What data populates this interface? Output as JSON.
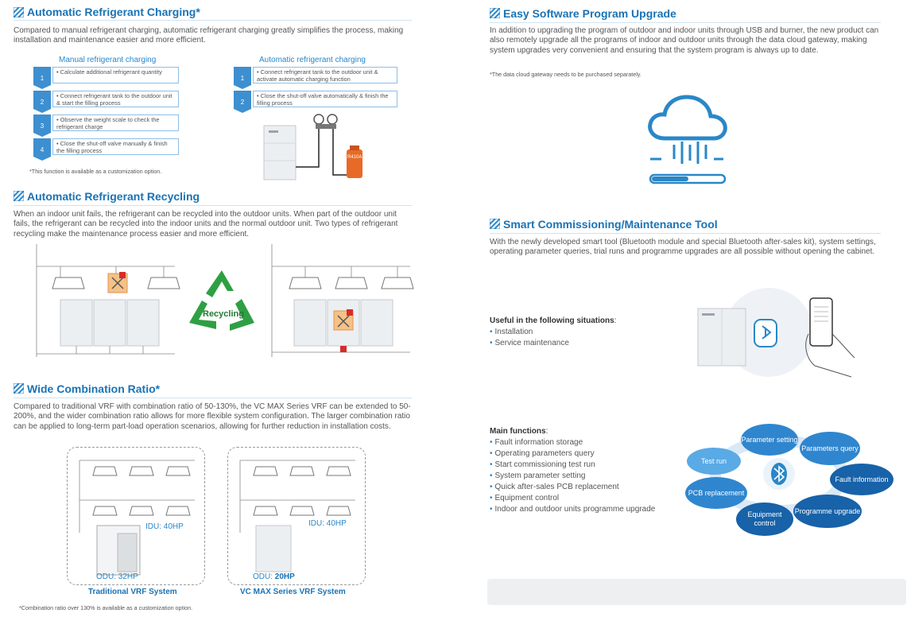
{
  "sections": {
    "charging": {
      "title": "Automatic Refrigerant Charging*",
      "body": "Compared to manual refrigerant charging, automatic refrigerant charging greatly simplifies the process, making installation and maintenance easier and more efficient.",
      "manual_heading": "Manual refrigerant charging",
      "auto_heading": "Automatic refrigerant charging",
      "manual_steps": [
        {
          "num": "1",
          "text": "• Calculate additional refrigerant quantity"
        },
        {
          "num": "2",
          "text": "• Connect refrigerant tank to the outdoor unit & start the filling process"
        },
        {
          "num": "3",
          "text": "• Observe the weight scale to check the refrigerant charge"
        },
        {
          "num": "4",
          "text": "• Close the shut-off valve manually & finish the filling process"
        }
      ],
      "auto_steps": [
        {
          "num": "1",
          "text": "• Connect refrigerant tank to the outdoor unit & activate automatic charging function"
        },
        {
          "num": "2",
          "text": "• Close the shut-off valve automatically & finish the filling process"
        }
      ],
      "tank_label": "R410A",
      "footnote": "*This function is available as a customization option."
    },
    "recycling": {
      "title": "Automatic Refrigerant Recycling",
      "body": "When an indoor unit fails, the refrigerant can be recycled into the outdoor units. When part of the outdoor unit fails, the refrigerant can be recycled into the indoor units and the normal outdoor unit. Two types of refrigerant recycling make the maintenance process easier and more efficient.",
      "badge": "Recycling"
    },
    "combination": {
      "title": "Wide Combination Ratio*",
      "body": "Compared to traditional VRF with combination ratio of 50-130%, the VC MAX Series VRF can be extended to 50-200%, and the wider combination ratio allows for more flexible system configuration. The larger combination ratio can be applied to long-term part-load operation scenarios, allowing for further reduction in installation costs.",
      "left_idu": "IDU: 40HP",
      "left_odu": "ODU: 32HP",
      "left_name": "Traditional VRF System",
      "right_idu": "IDU: 40HP",
      "right_odu_prefix": "ODU: ",
      "right_odu_value": "20HP",
      "right_name": "VC MAX Series VRF System",
      "footnote": "*Combination ratio over 130% is available as a customization option."
    },
    "upgrade": {
      "title": "Easy Software Program Upgrade",
      "body": "In addition to upgrading the program of outdoor and indoor units through USB and burner, the new product can also remotely upgrade all the programs of indoor and outdoor units through the data cloud gateway, making system upgrades very convenient and ensuring that the system program is always up to date.",
      "footnote": "*The data cloud gateway needs to be purchased separately."
    },
    "tool": {
      "title": "Smart Commissioning/Maintenance Tool",
      "body": "With the newly developed smart tool (Bluetooth module and special Bluetooth after-sales kit), system settings, operating parameter queries, trial runs and programme upgrades are all possible without opening the cabinet.",
      "useful_heading": "Useful in the following situations",
      "useful_colon": ":",
      "useful_items": [
        "Installation",
        "Service maintenance"
      ],
      "main_heading": "Main functions",
      "main_colon": ":",
      "main_items": [
        "Fault information storage",
        "Operating parameters query",
        "Start commissioning test run",
        "System parameter setting",
        "Quick after-sales PCB replacement",
        "Equipment control",
        "Indoor and outdoor units programme upgrade"
      ],
      "bubbles": {
        "param_setting": "Parameter setting",
        "param_query": "Parameters query",
        "fault_info": "Fault information",
        "prog_upgrade": "Programme upgrade",
        "equip_control": "Equipment control",
        "pcb": "PCB replacement",
        "test_run": "Test run"
      }
    }
  },
  "colors": {
    "accent": "#1a73b5",
    "step": "#3d8fd0",
    "recycle_green": "#2ea043",
    "bubble_dark": "#1762a8",
    "bubble_mid": "#2f86cf",
    "bubble_light": "#5aaae6"
  }
}
